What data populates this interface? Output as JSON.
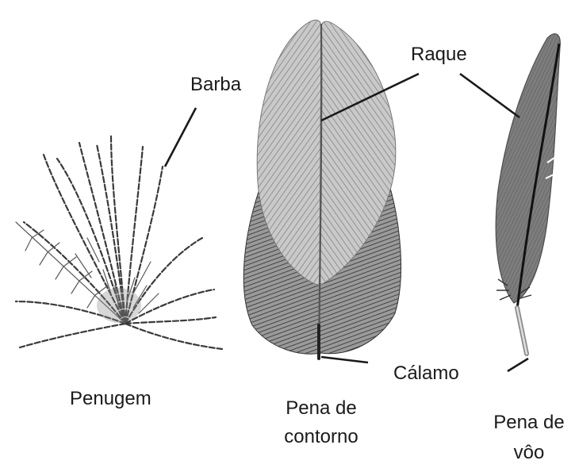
{
  "labels": {
    "barba": "Barba",
    "raque": "Raque",
    "calamo": "Cálamo",
    "penugem": "Penugem",
    "pena_contorno_line1": "Pena de",
    "pena_contorno_line2": "contorno",
    "pena_voo_line1": "Pena de",
    "pena_voo_line2": "vôo"
  },
  "colors": {
    "ink": "#1a1a1a",
    "feather_light": "#bdbdbd",
    "feather_mid": "#8a8a8a",
    "feather_dark": "#4d4d4d",
    "background": "#ffffff"
  },
  "feathers": [
    {
      "type": "penugem",
      "icon": "down-feather-icon"
    },
    {
      "type": "pena-de-contorno",
      "icon": "contour-feather-icon"
    },
    {
      "type": "pena-de-voo",
      "icon": "flight-feather-icon"
    }
  ]
}
